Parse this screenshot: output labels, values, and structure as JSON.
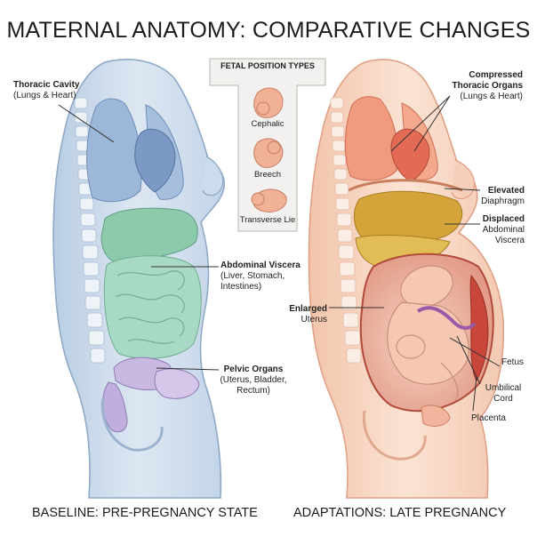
{
  "title": "MATERNAL ANATOMY: COMPARATIVE CHANGES",
  "captions": {
    "left": "BASELINE: PRE-PREGNANCY STATE",
    "right": "ADAPTATIONS: LATE PREGNANCY"
  },
  "left_labels": {
    "thoracic": {
      "bold": "Thoracic Cavity",
      "normal": "(Lungs & Heart)"
    },
    "abdominal": {
      "bold": "Abdominal Viscera",
      "line1": "(Liver, Stomach,",
      "line2": "Intestines)"
    },
    "pelvic": {
      "bold": "Pelvic Organs",
      "line1": "(Uterus, Bladder,",
      "line2": "Rectum)"
    }
  },
  "right_labels": {
    "compressed": {
      "bold1": "Compressed",
      "bold2": "Thoracic Organs",
      "normal": "(Lungs & Heart)"
    },
    "diaphragm": {
      "bold": "Elevated",
      "normal": "Diaphragm"
    },
    "displaced": {
      "bold": "Displaced",
      "line1": "Abdominal",
      "line2": "Viscera"
    },
    "uterus": {
      "bold": "Enlarged",
      "normal": "Uterus"
    },
    "fetus": "Fetus",
    "cord": {
      "line1": "Umbilical",
      "line2": "Cord"
    },
    "placenta": "Placenta"
  },
  "fetal_panel": {
    "title": "FETAL POSITION TYPES",
    "items": [
      "Cephalic",
      "Breech",
      "Transverse Lie"
    ]
  },
  "colors": {
    "left_body": "#d4e1ef",
    "left_accent": "#7da1cc",
    "right_body": "#f8dccb",
    "right_accent": "#e99a72",
    "organs_green": "#a8d9c4",
    "lungs_blue": "#9cb7d8",
    "liver_gold": "#d4a43a",
    "uterus_red": "#d86e5f"
  }
}
